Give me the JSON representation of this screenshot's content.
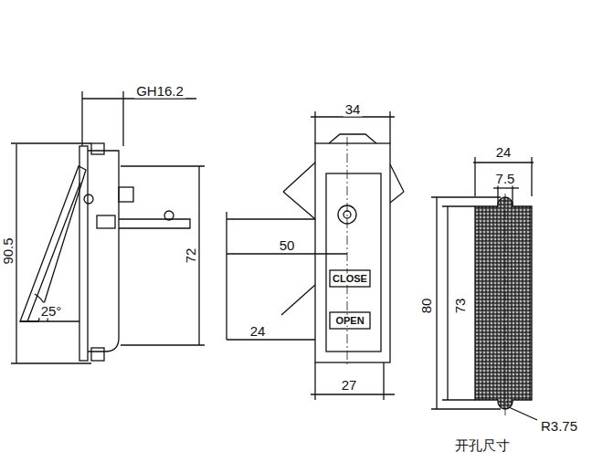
{
  "diagram": {
    "labels": [
      "GH16.2",
      "90.5",
      "25°",
      "72",
      "34",
      "50",
      "24",
      "27",
      "CLOSE",
      "OPEN",
      "24",
      "7.5",
      "80",
      "73",
      "R3.75",
      "开孔尺寸"
    ]
  }
}
